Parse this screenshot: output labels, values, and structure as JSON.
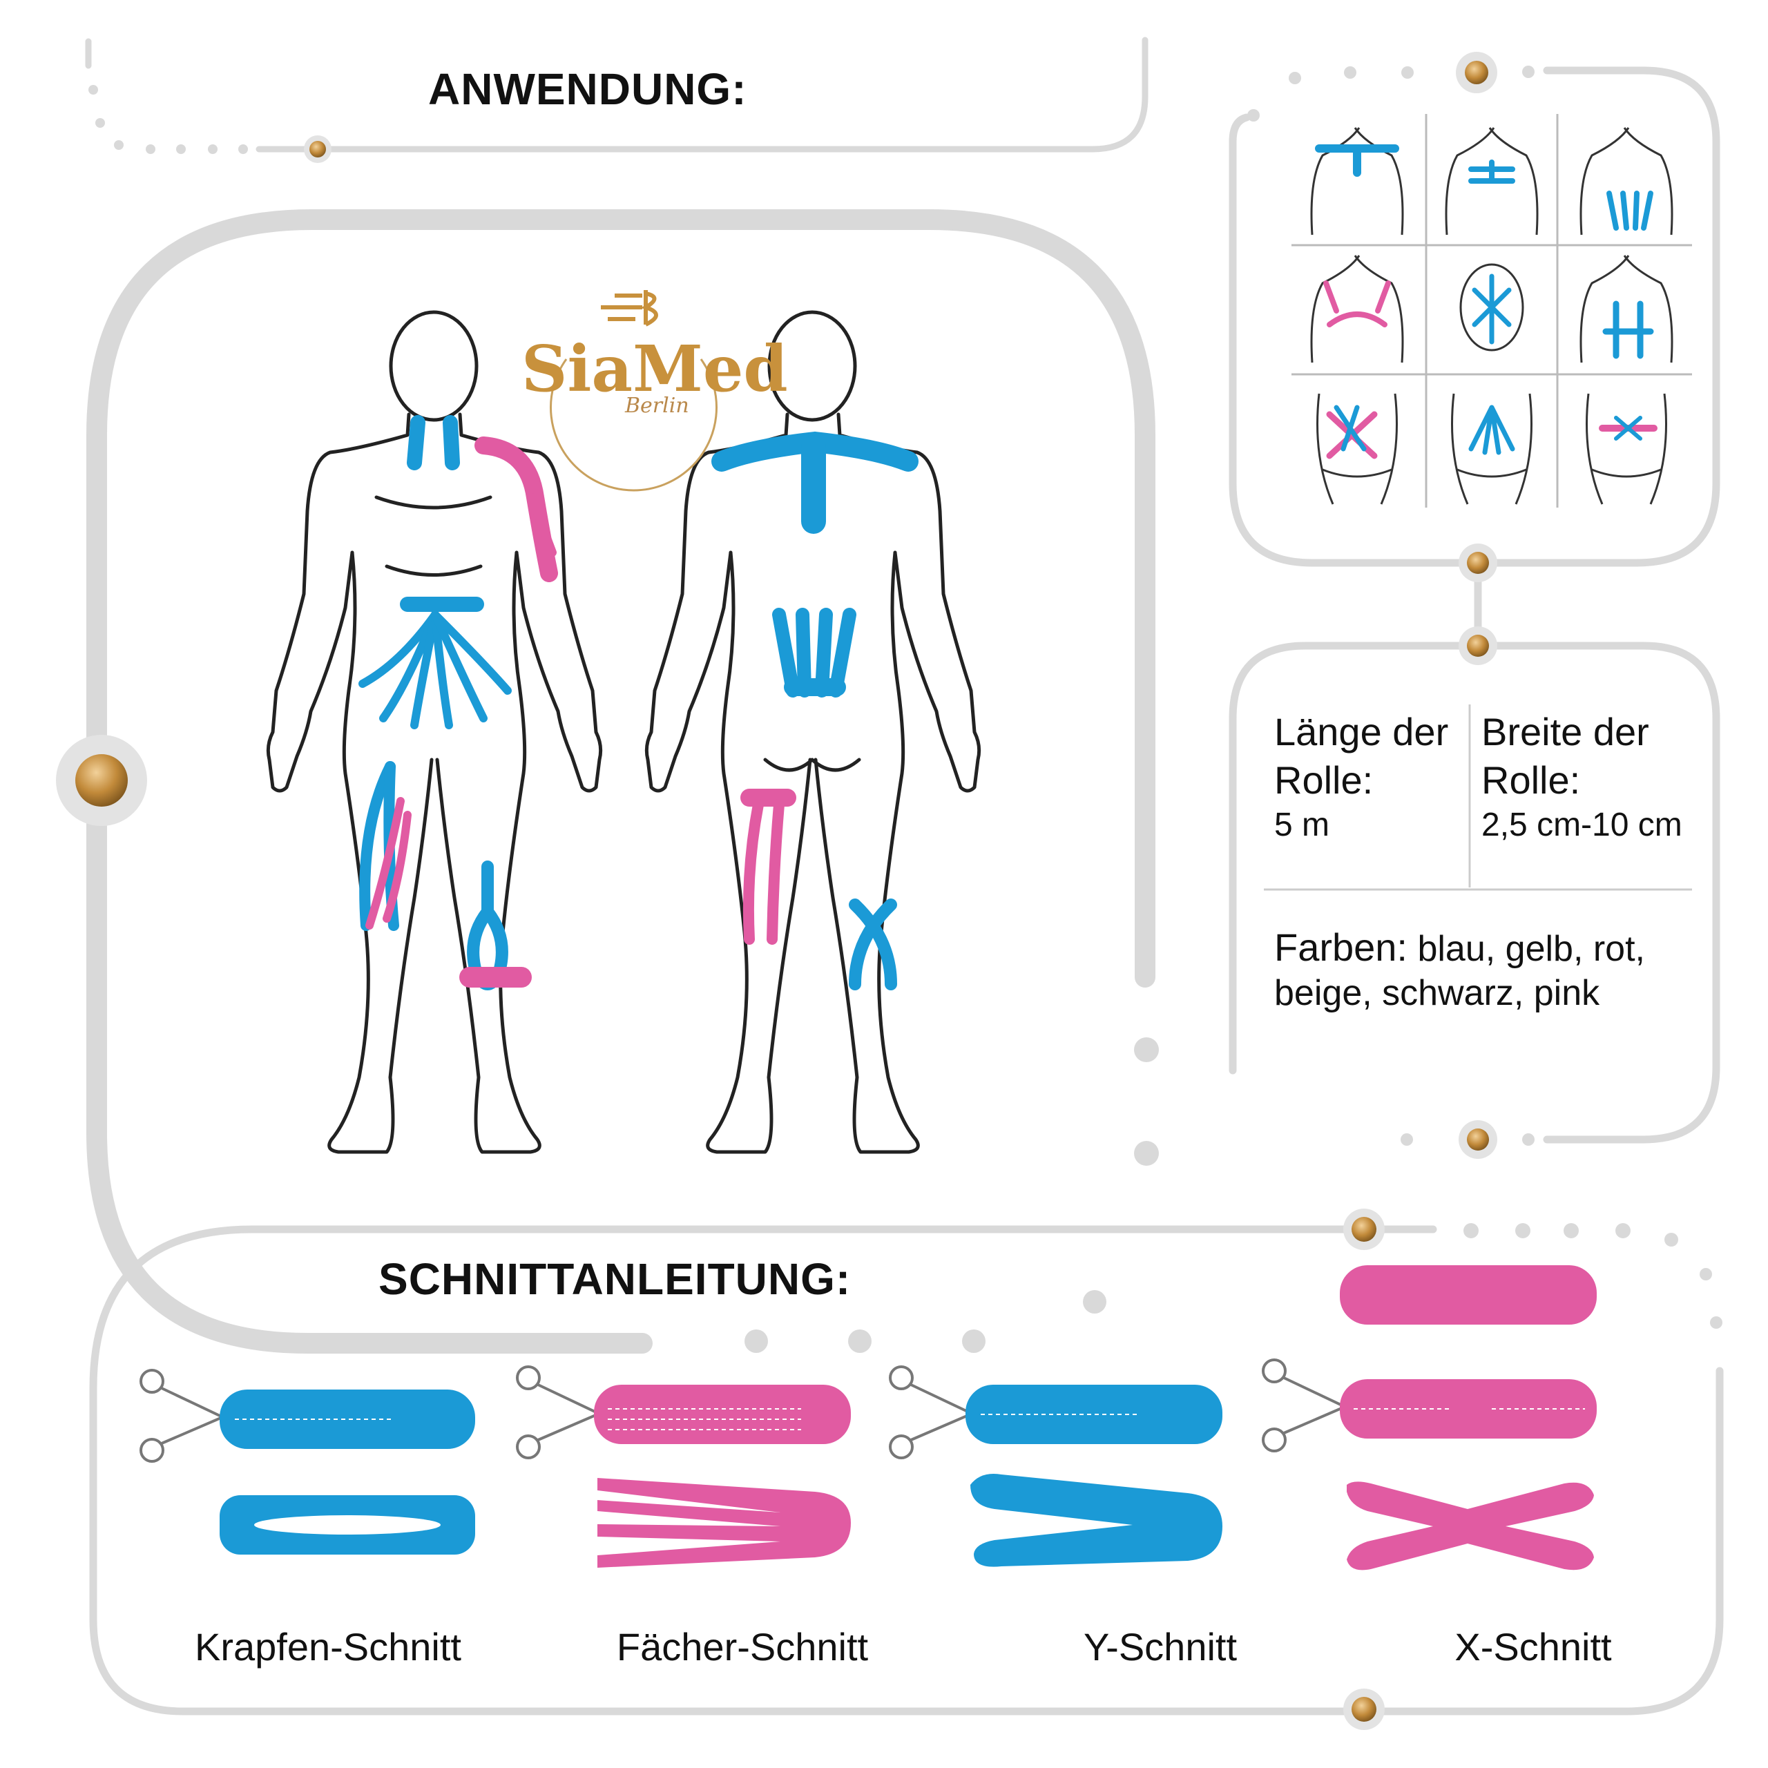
{
  "sections": {
    "application_heading": "ANWENDUNG:",
    "cutting_heading": "SCHNITTANLEITUNG:"
  },
  "brand": {
    "monogram": "SB",
    "name": "SiaMed",
    "location": "Berlin"
  },
  "specs": {
    "length_label": "Länge der Rolle:",
    "length_value": "5 m",
    "width_label": "Breite der Rolle:",
    "width_value": "2,5 cm-10 cm",
    "colors_label": "Farben:",
    "colors_value": "blau, gelb, rot, beige, schwarz, pink"
  },
  "cuts": [
    {
      "label": "Krapfen-Schnitt",
      "color": "#1b9ad6",
      "icon": "donut-cut-icon"
    },
    {
      "label": "Fächer-Schnitt",
      "color": "#e15ba2",
      "icon": "fan-cut-icon"
    },
    {
      "label": "Y-Schnitt",
      "color": "#1b9ad6",
      "icon": "y-cut-icon"
    },
    {
      "label": "X-Schnitt",
      "color": "#e15ba2",
      "icon": "x-cut-icon"
    }
  ],
  "colors": {
    "tape_blue": "#1b9ad6",
    "tape_pink": "#e15ba2",
    "frame_grey": "#d9d9d9",
    "accent_gold": "#b8862e"
  }
}
